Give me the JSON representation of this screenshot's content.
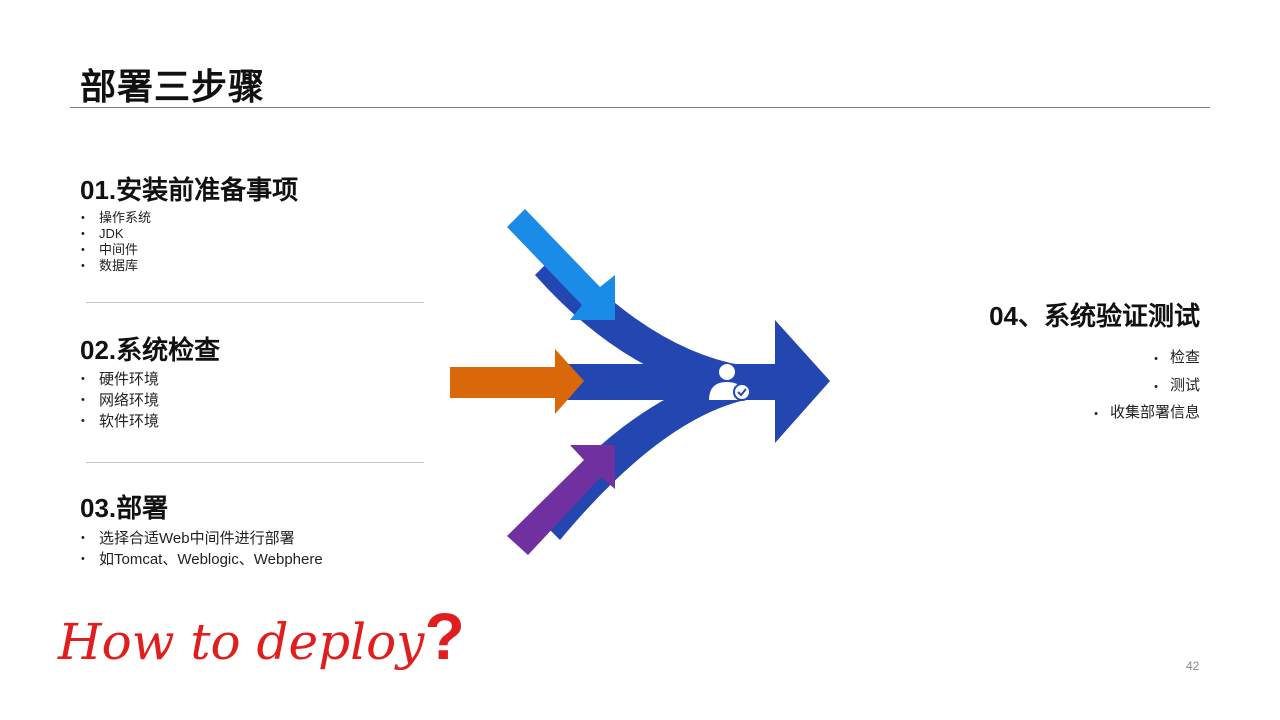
{
  "slide": {
    "title": "部署三步骤",
    "steps": [
      {
        "heading": "01.安装前准备事项",
        "items": [
          "操作系统",
          "JDK",
          "中间件",
          "数据库"
        ]
      },
      {
        "heading": "02.系统检查",
        "items": [
          "硬件环境",
          "网络环境",
          "软件环境"
        ]
      },
      {
        "heading": "03.部署",
        "items": [
          "选择合适Web中间件进行部署",
          "如Tomcat、Weblogic、Webphere"
        ]
      }
    ],
    "result": {
      "heading": "04、系统验证测试",
      "items": [
        "检查",
        "测试",
        "收集部署信息"
      ]
    },
    "slogan_text": "How to deploy",
    "slogan_mark": "?",
    "page_number": "42"
  },
  "colors": {
    "arrow_top": "#1a8be6",
    "arrow_middle": "#d9680b",
    "arrow_bottom": "#7030a0",
    "arrow_main": "#2346b0",
    "slogan": "#e01e1e"
  },
  "icons": {
    "center": "user-check-icon"
  }
}
